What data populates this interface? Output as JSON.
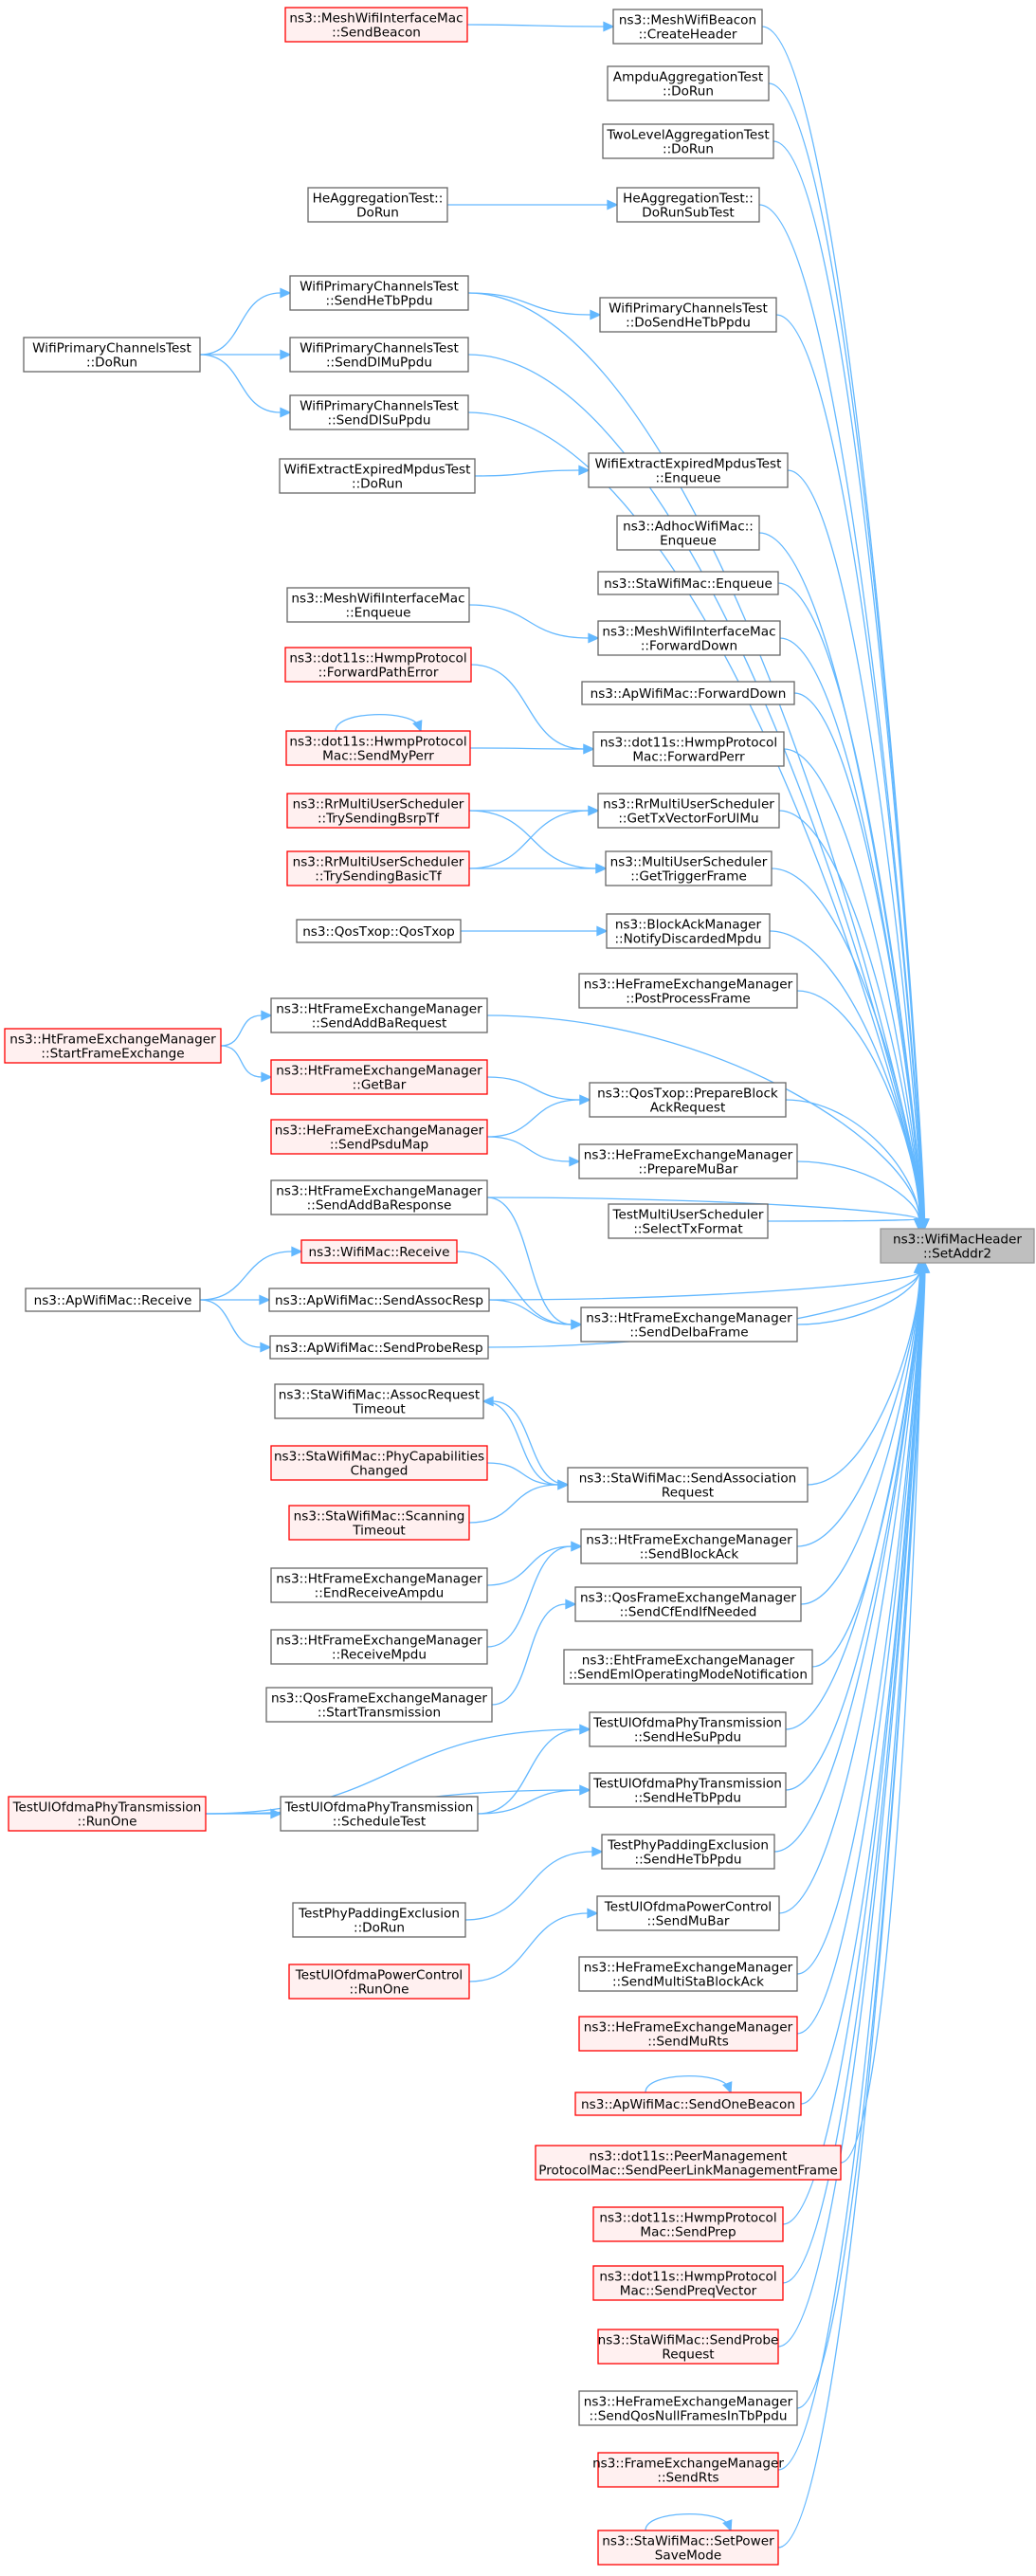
{
  "colors": {
    "edge": "#63b8ff",
    "node_border": "#666666",
    "node_fill": "#ffffff",
    "missing_border": "#ff0000",
    "missing_fill": "#fff0f0",
    "target_border": "#999999",
    "target_fill": "#bfbfbf"
  },
  "graph": {
    "target": {
      "id": "setaddr2",
      "lines": [
        "ns3::WifiMacHeader",
        "::SetAddr2"
      ],
      "style": "target"
    },
    "callers": [
      {
        "id": "meshwifibeacon-createheader",
        "lines": [
          "ns3::MeshWifiBeacon",
          "::CreateHeader"
        ],
        "style": "normal"
      },
      {
        "id": "ampdu-aggregation-test-dorun",
        "lines": [
          "AmpduAggregationTest",
          "::DoRun"
        ],
        "style": "normal"
      },
      {
        "id": "twolevel-aggregation-test-dorun",
        "lines": [
          "TwoLevelAggregationTest",
          "::DoRun"
        ],
        "style": "normal"
      },
      {
        "id": "he-aggregation-test-dorunsubtest",
        "lines": [
          "HeAggregationTest::",
          "DoRunSubTest"
        ],
        "style": "normal"
      },
      {
        "id": "wifi-primary-channels-test-sendhetbppdu",
        "lines": [
          "WifiPrimaryChannelsTest",
          "::SendHeTbPpdu"
        ],
        "style": "normal"
      },
      {
        "id": "wifi-primary-channels-test-dosendhetbppdu",
        "lines": [
          "WifiPrimaryChannelsTest",
          "::DoSendHeTbPpdu"
        ],
        "style": "normal"
      },
      {
        "id": "wifi-primary-channels-test-senddlmuppdu",
        "lines": [
          "WifiPrimaryChannelsTest",
          "::SendDlMuPpdu"
        ],
        "style": "normal"
      },
      {
        "id": "wifi-primary-channels-test-senddlsuppdu",
        "lines": [
          "WifiPrimaryChannelsTest",
          "::SendDlSuPpdu"
        ],
        "style": "normal"
      },
      {
        "id": "wifi-extract-expired-mpdus-test-enqueue",
        "lines": [
          "WifiExtractExpiredMpdusTest",
          "::Enqueue"
        ],
        "style": "normal"
      },
      {
        "id": "adhocwifimac-enqueue",
        "lines": [
          "ns3::AdhocWifiMac::",
          "Enqueue"
        ],
        "style": "normal"
      },
      {
        "id": "stawifimac-enqueue",
        "lines": [
          "ns3::StaWifiMac::Enqueue"
        ],
        "style": "normal"
      },
      {
        "id": "meshwifiinterfacemac-forwarddown",
        "lines": [
          "ns3::MeshWifiInterfaceMac",
          "::ForwardDown"
        ],
        "style": "normal"
      },
      {
        "id": "apwifimac-forwarddown",
        "lines": [
          "ns3::ApWifiMac::ForwardDown"
        ],
        "style": "normal"
      },
      {
        "id": "hwmpprotocolmac-forwardperr",
        "lines": [
          "ns3::dot11s::HwmpProtocol",
          "Mac::ForwardPerr"
        ],
        "style": "normal"
      },
      {
        "id": "rrmultiuserscheduler-gettxvectorforulmu",
        "lines": [
          "ns3::RrMultiUserScheduler",
          "::GetTxVectorForUlMu"
        ],
        "style": "normal"
      },
      {
        "id": "multiuserscheduler-gettriggerframe",
        "lines": [
          "ns3::MultiUserScheduler",
          "::GetTriggerFrame"
        ],
        "style": "normal"
      },
      {
        "id": "blockackmanager-notifydiscardedmpdu",
        "lines": [
          "ns3::BlockAckManager",
          "::NotifyDiscardedMpdu"
        ],
        "style": "normal"
      },
      {
        "id": "heframeexchangemanager-postprocessframe",
        "lines": [
          "ns3::HeFrameExchangeManager",
          "::PostProcessFrame"
        ],
        "style": "normal"
      },
      {
        "id": "htframeexchangemanager-sendaddbarequest",
        "lines": [
          "ns3::HtFrameExchangeManager",
          "::SendAddBaRequest"
        ],
        "style": "normal"
      },
      {
        "id": "qostxop-prepareblockackrequest",
        "lines": [
          "ns3::QosTxop::PrepareBlock",
          "AckRequest"
        ],
        "style": "normal"
      },
      {
        "id": "heframeexchangemanager-preparemubar",
        "lines": [
          "ns3::HeFrameExchangeManager",
          "::PrepareMuBar"
        ],
        "style": "normal"
      },
      {
        "id": "htframeexchangemanager-sendaddbaresponse",
        "lines": [
          "ns3::HtFrameExchangeManager",
          "::SendAddBaResponse"
        ],
        "style": "normal"
      },
      {
        "id": "testmultiuserscheduler-selecttxformat",
        "lines": [
          "TestMultiUserScheduler",
          "::SelectTxFormat"
        ],
        "style": "normal"
      },
      {
        "id": "apwifimac-sendassocresp",
        "lines": [
          "ns3::ApWifiMac::SendAssocResp"
        ],
        "style": "normal"
      },
      {
        "id": "htframeexchangemanager-senddelbaframe",
        "lines": [
          "ns3::HtFrameExchangeManager",
          "::SendDelbaFrame"
        ],
        "style": "normal"
      },
      {
        "id": "apwifimac-sendproberesp",
        "lines": [
          "ns3::ApWifiMac::SendProbeResp"
        ],
        "style": "normal"
      },
      {
        "id": "stawifimac-sendassociationrequest",
        "lines": [
          "ns3::StaWifiMac::SendAssociation",
          "Request"
        ],
        "style": "normal"
      },
      {
        "id": "htframeexchangemanager-sendblockack",
        "lines": [
          "ns3::HtFrameExchangeManager",
          "::SendBlockAck"
        ],
        "style": "normal"
      },
      {
        "id": "qosframeexchangemanager-sendcfendifneeded",
        "lines": [
          "ns3::QosFrameExchangeManager",
          "::SendCfEndIfNeeded"
        ],
        "style": "normal"
      },
      {
        "id": "ehtframeexchangemanager-sendemloperatingmodenotification",
        "lines": [
          "ns3::EhtFrameExchangeManager",
          "::SendEmlOperatingModeNotification"
        ],
        "style": "normal"
      },
      {
        "id": "testulofdmaphytransmission-sendhesuppdu",
        "lines": [
          "TestUlOfdmaPhyTransmission",
          "::SendHeSuPpdu"
        ],
        "style": "normal"
      },
      {
        "id": "testulofdmaphytransmission-sendhetbppdu",
        "lines": [
          "TestUlOfdmaPhyTransmission",
          "::SendHeTbPpdu"
        ],
        "style": "normal"
      },
      {
        "id": "testphypaddingexclusion-sendhetbppdu",
        "lines": [
          "TestPhyPaddingExclusion",
          "::SendHeTbPpdu"
        ],
        "style": "normal"
      },
      {
        "id": "testulofdmapowercontrol-sendmubar",
        "lines": [
          "TestUlOfdmaPowerControl",
          "::SendMuBar"
        ],
        "style": "normal"
      },
      {
        "id": "heframeexchangemanager-sendmultistablockack",
        "lines": [
          "ns3::HeFrameExchangeManager",
          "::SendMultiStaBlockAck"
        ],
        "style": "normal"
      },
      {
        "id": "heframeexchangemanager-sendmurts",
        "lines": [
          "ns3::HeFrameExchangeManager",
          "::SendMuRts"
        ],
        "style": "missing"
      },
      {
        "id": "apwifimac-sendonebeacon",
        "lines": [
          "ns3::ApWifiMac::SendOneBeacon"
        ],
        "style": "missing"
      },
      {
        "id": "peermanagementprotocolmac-sendpeerlinkmanagementframe",
        "lines": [
          "ns3::dot11s::PeerManagement",
          "ProtocolMac::SendPeerLinkManagementFrame"
        ],
        "style": "missing"
      },
      {
        "id": "hwmpprotocolmac-sendprep",
        "lines": [
          "ns3::dot11s::HwmpProtocol",
          "Mac::SendPrep"
        ],
        "style": "missing"
      },
      {
        "id": "hwmpprotocolmac-sendpreqvector",
        "lines": [
          "ns3::dot11s::HwmpProtocol",
          "Mac::SendPreqVector"
        ],
        "style": "missing"
      },
      {
        "id": "stawifimac-sendproberequest",
        "lines": [
          "ns3::StaWifiMac::SendProbe",
          "Request"
        ],
        "style": "missing"
      },
      {
        "id": "heframeexchangemanager-sendqosnullframesintbppdu",
        "lines": [
          "ns3::HeFrameExchangeManager",
          "::SendQosNullFramesInTbPpdu"
        ],
        "style": "normal"
      },
      {
        "id": "frameexchangemanager-sendrts",
        "lines": [
          "ns3::FrameExchangeManager",
          "::SendRts"
        ],
        "style": "missing"
      },
      {
        "id": "stawifimac-setpowersavemode",
        "lines": [
          "ns3::StaWifiMac::SetPower",
          "SaveMode"
        ],
        "style": "missing"
      }
    ],
    "second_level": [
      {
        "id": "meshwifiinterfacemac-sendbeacon",
        "lines": [
          "ns3::MeshWifiInterfaceMac",
          "::SendBeacon"
        ],
        "style": "missing"
      },
      {
        "id": "he-aggregation-test-dorun",
        "lines": [
          "HeAggregationTest::",
          "DoRun"
        ],
        "style": "normal"
      },
      {
        "id": "wifi-primary-channels-test-dorun",
        "lines": [
          "WifiPrimaryChannelsTest",
          "::DoRun"
        ],
        "style": "normal"
      },
      {
        "id": "wifi-extract-expired-mpdus-test-dorun",
        "lines": [
          "WifiExtractExpiredMpdusTest",
          "::DoRun"
        ],
        "style": "normal"
      },
      {
        "id": "meshwifiinterfacemac-enqueue",
        "lines": [
          "ns3::MeshWifiInterfaceMac",
          "::Enqueue"
        ],
        "style": "normal"
      },
      {
        "id": "hwmpprotocol-forwardpatherror",
        "lines": [
          "ns3::dot11s::HwmpProtocol",
          "::ForwardPathError"
        ],
        "style": "missing"
      },
      {
        "id": "hwmpprotocolmac-sendmyperr",
        "lines": [
          "ns3::dot11s::HwmpProtocol",
          "Mac::SendMyPerr"
        ],
        "style": "missing"
      },
      {
        "id": "rrmultiuserscheduler-trysendingbsrptf",
        "lines": [
          "ns3::RrMultiUserScheduler",
          "::TrySendingBsrpTf"
        ],
        "style": "missing"
      },
      {
        "id": "rrmultiuserscheduler-trysendingbasictf",
        "lines": [
          "ns3::RrMultiUserScheduler",
          "::TrySendingBasicTf"
        ],
        "style": "missing"
      },
      {
        "id": "qostxop-qostxop",
        "lines": [
          "ns3::QosTxop::QosTxop"
        ],
        "style": "normal"
      },
      {
        "id": "htframeexchangemanager-startframeexchange",
        "lines": [
          "ns3::HtFrameExchangeManager",
          "::StartFrameExchange"
        ],
        "style": "missing"
      },
      {
        "id": "htframeexchangemanager-getbar",
        "lines": [
          "ns3::HtFrameExchangeManager",
          "::GetBar"
        ],
        "style": "missing"
      },
      {
        "id": "heframeexchangemanager-sendpsdumap",
        "lines": [
          "ns3::HeFrameExchangeManager",
          "::SendPsduMap"
        ],
        "style": "missing"
      },
      {
        "id": "wifimac-receive",
        "lines": [
          "ns3::WifiMac::Receive"
        ],
        "style": "missing"
      },
      {
        "id": "apwifimac-receive",
        "lines": [
          "ns3::ApWifiMac::Receive"
        ],
        "style": "normal"
      },
      {
        "id": "stawifimac-assocrequesttimeout",
        "lines": [
          "ns3::StaWifiMac::AssocRequest",
          "Timeout"
        ],
        "style": "normal"
      },
      {
        "id": "stawifimac-phycapabilitieschanged",
        "lines": [
          "ns3::StaWifiMac::PhyCapabilities",
          "Changed"
        ],
        "style": "missing"
      },
      {
        "id": "stawifimac-scanningtimeout",
        "lines": [
          "ns3::StaWifiMac::Scanning",
          "Timeout"
        ],
        "style": "missing"
      },
      {
        "id": "htframeexchangemanager-endreceiveampdu",
        "lines": [
          "ns3::HtFrameExchangeManager",
          "::EndReceiveAmpdu"
        ],
        "style": "normal"
      },
      {
        "id": "htframeexchangemanager-receivempdu",
        "lines": [
          "ns3::HtFrameExchangeManager",
          "::ReceiveMpdu"
        ],
        "style": "normal"
      },
      {
        "id": "qosframeexchangemanager-starttransmission",
        "lines": [
          "ns3::QosFrameExchangeManager",
          "::StartTransmission"
        ],
        "style": "normal"
      },
      {
        "id": "testulofdmaphytransmission-runone",
        "lines": [
          "TestUlOfdmaPhyTransmission",
          "::RunOne"
        ],
        "style": "missing"
      },
      {
        "id": "testulofdmaphytransmission-scheduletest",
        "lines": [
          "TestUlOfdmaPhyTransmission",
          "::ScheduleTest"
        ],
        "style": "normal"
      },
      {
        "id": "testphypaddingexclusion-dorun",
        "lines": [
          "TestPhyPaddingExclusion",
          "::DoRun"
        ],
        "style": "normal"
      },
      {
        "id": "testulofdmapowercontrol-runone",
        "lines": [
          "TestUlOfdmaPowerControl",
          "::RunOne"
        ],
        "style": "missing"
      }
    ]
  }
}
